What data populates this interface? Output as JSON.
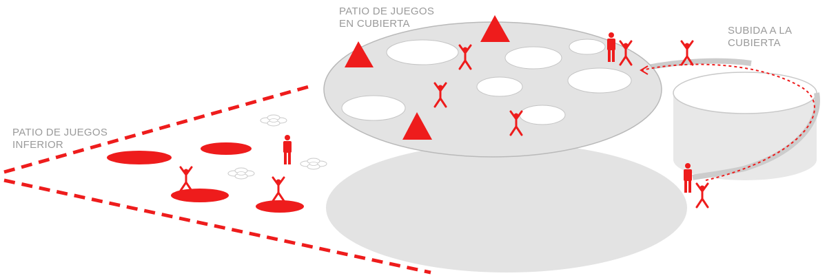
{
  "labels": {
    "lower_playground": [
      "PATIO DE JUEGOS",
      "INFERIOR"
    ],
    "roof_playground": [
      "PATIO DE JUEGOS",
      "EN CUBIERTA"
    ],
    "roof_access": [
      "SUBIDA A LA",
      "CUBIERTA"
    ]
  },
  "colors": {
    "accent": "#ee1c1c",
    "disc_fill": "#e3e3e3",
    "disc_stroke": "#bdbdbd",
    "label_text": "#9a9a9a",
    "background": "#ffffff"
  },
  "icons": {
    "standing_person": "person-icon",
    "jumping_child": "child-jumping-icon",
    "triangle_marker": "triangle-icon",
    "flower_shape": "flower-outline-icon"
  }
}
